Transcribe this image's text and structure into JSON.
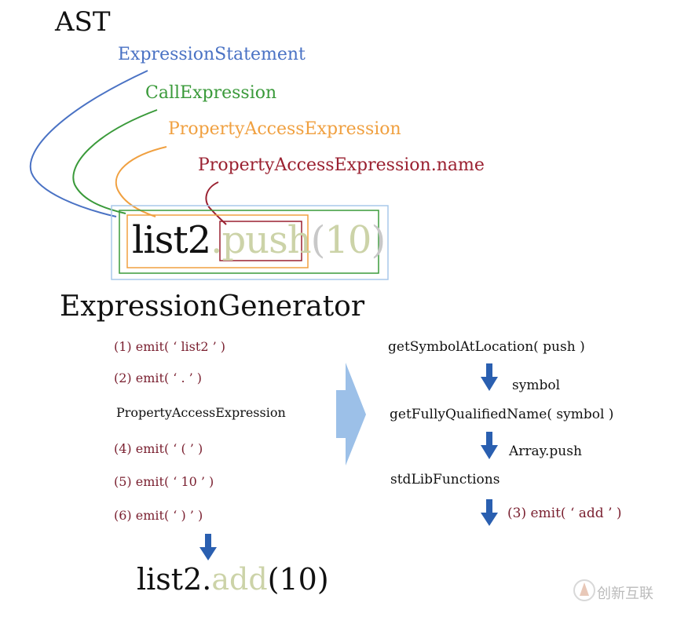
{
  "ast": {
    "title": "AST",
    "labels": {
      "expression_statement": "ExpressionStatement",
      "call_expression": "CallExpression",
      "property_access": "PropertyAccessExpression",
      "property_access_name": "PropertyAccessExpression.name"
    },
    "code": {
      "obj": "list2",
      "dot": ".",
      "name": "push",
      "open": "(",
      "arg": "10",
      "close": ")"
    }
  },
  "generator": {
    "title": "ExpressionGenerator",
    "steps": [
      "(1) emit( ‘ list2 ’ )",
      "(2) emit( ‘ . ’ )",
      "PropertyAccessExpression",
      "(4) emit( ‘ ( ’ )",
      "(5) emit( ‘ 10 ’ )",
      "(6) emit( ‘ ) ’ )"
    ],
    "right": {
      "get_symbol": "getSymbolAtLocation( push )",
      "symbol": "symbol",
      "get_fqn": "getFullyQualifiedName( symbol )",
      "array_push": "Array.push",
      "stdlib": "stdLibFunctions",
      "emit_add": "(3) emit( ‘ add ’ )"
    },
    "result": {
      "obj": "list2",
      "dot": ".",
      "name": "add",
      "open": "(",
      "arg": "10",
      "close": ")"
    }
  },
  "watermark": "创新互联",
  "colors": {
    "blue": "#4a72c4",
    "green": "#3a9a3a",
    "orange": "#f0a040",
    "red": "#9a2030",
    "frame": "#a9c9ea",
    "dark_red": "#7a2030",
    "arrow_blue": "#2a5fb0",
    "big_arrow": "#9cc0e8",
    "faded": "#ccd3a8",
    "faded_paren": "#c8c8c8"
  }
}
